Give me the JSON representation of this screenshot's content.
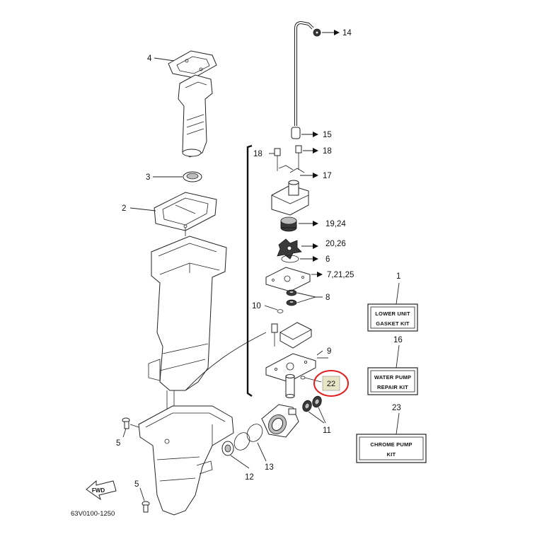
{
  "labels": {
    "p1": "1",
    "p2": "2",
    "p3": "3",
    "p4": "4",
    "p5a": "5",
    "p5b": "5",
    "p6": "6",
    "p7": "7,21,25",
    "p8": "8",
    "p9": "9",
    "p10": "10",
    "p11": "11",
    "p12": "12",
    "p13": "13",
    "p14": "14",
    "p15": "15",
    "p16": "16",
    "p17": "17",
    "p18a": "18",
    "p18b": "18",
    "p19": "19,24",
    "p20": "20,26",
    "p22": "22",
    "p23": "23"
  },
  "kits": {
    "gasket": {
      "line1": "LOWER UNIT",
      "line2": "GASKET KIT"
    },
    "pump": {
      "line1": "WATER PUMP",
      "line2": "REPAIR KIT"
    },
    "chrome": {
      "line1": "CHROME PUMP",
      "line2": "KIT"
    }
  },
  "diagram_code": "63V0100-1250",
  "fwd_label": "FWD",
  "highlight": {
    "part": "22",
    "color": "#e02020"
  }
}
